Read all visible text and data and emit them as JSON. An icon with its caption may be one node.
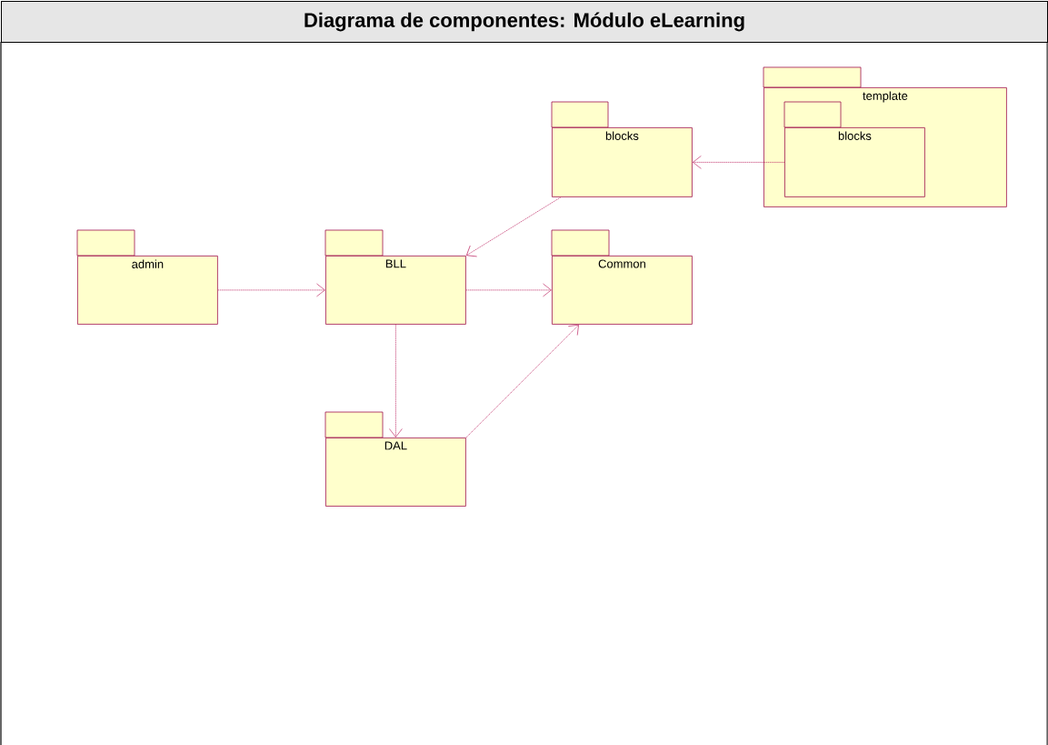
{
  "diagram": {
    "title": "Diagrama de componentes: Módulo eLearning",
    "nodes": [
      {
        "text": [
          "blocks"
        ]
      },
      {
        "text": [
          "template"
        ]
      },
      {
        "text": [
          "blocks"
        ],
        "in": 1
      },
      {
        "text": [
          "admin"
        ]
      },
      {
        "text": [
          "BLL"
        ]
      },
      {
        "text": [
          "Common"
        ]
      },
      {
        "text": [
          "DAL"
        ]
      }
    ],
    "edges": [
      {
        "from": 2,
        "to": 0,
        "arrow": "to"
      },
      {
        "from": 0,
        "to": 4,
        "arrow": "to"
      },
      {
        "from": 3,
        "to": 4,
        "arrow": "to"
      },
      {
        "from": 4,
        "to": 5,
        "arrow": "to"
      },
      {
        "from": 4,
        "to": 6,
        "arrow": "to"
      },
      {
        "from": 6,
        "to": 5,
        "arrow": "to"
      }
    ]
  }
}
